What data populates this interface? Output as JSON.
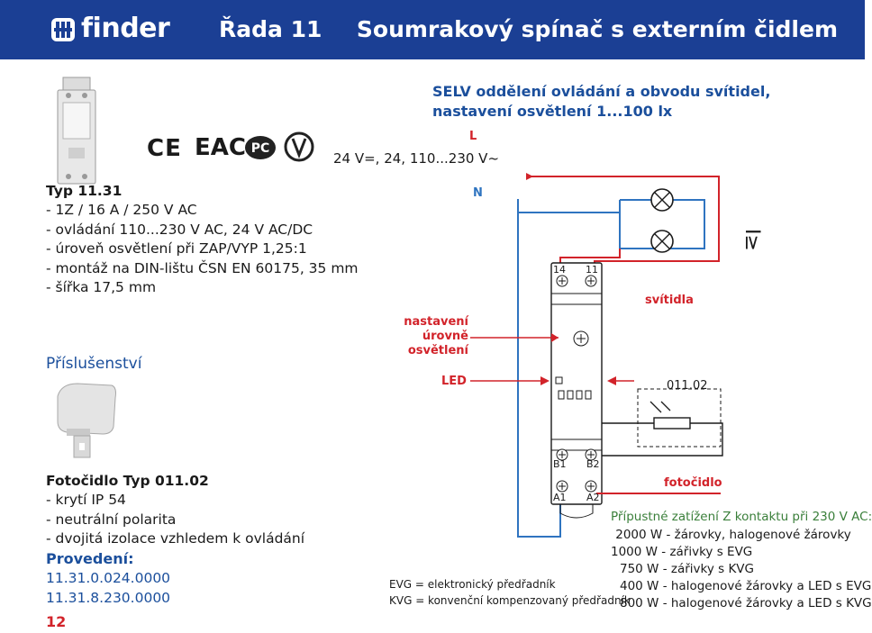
{
  "header": {
    "brand": "finder",
    "series": "Řada 11",
    "subtitle": "Soumrakový spínač s externím čidlem"
  },
  "product": {
    "type_title": "Typ 11.31",
    "specs": [
      "- 1Z / 16 A / 250 V AC",
      "- ovládání 110...230 V AC, 24 V AC/DC",
      "- úroveň osvětlení při ZAP/VYP 1,25:1",
      "- montáž na DIN-lištu ČSN EN 60175, 35 mm",
      "- šířka 17,5 mm"
    ],
    "certifications": [
      "CE",
      "EAC"
    ]
  },
  "accessories": {
    "heading": "Příslušenství",
    "photocell_title": "Fotočidlo Typ 011.02",
    "specs": [
      "- krytí IP 54",
      "- neutrální polarita",
      "- dvojitá izolace vzhledem k ovládání"
    ],
    "versions_heading": "Provedení:",
    "versions": [
      "11.31.0.024.0000",
      "11.31.8.230.0000"
    ]
  },
  "page_number": "12",
  "diagram": {
    "header_line1": "SELV oddělení ovládání a obvodu svítidel,",
    "header_line2": "nastavení osvětlení 1...100 lx",
    "label_L": "L",
    "label_N": "N",
    "supply": "24 V=, 24, 110...230 V~",
    "adjust_label": [
      "nastavení",
      "úrovně",
      "osvětlení"
    ],
    "led_label": "LED",
    "lamps_label": "svítidla",
    "current_symbol": "I≥",
    "sensor_model": "011.02",
    "sensor_label": "fotočidlo",
    "terminals": {
      "t14": "14",
      "t11": "11",
      "b1": "B1",
      "b2": "B2",
      "a1": "A1",
      "a2": "A2"
    },
    "legend": [
      "EVG = elektronický předřadník",
      "KVG = konvenční kompenzovaný předřadník"
    ]
  },
  "load_table": {
    "title": "Přípustné zatížení Z kontaktu při 230 V AC:",
    "rows": [
      "2000 W - žárovky, halogenové žárovky",
      "1000 W - zářivky s EVG",
      "750 W - zářivky s KVG",
      "400 W - halogenové žárovky a LED s EVG",
      "800 W - halogenové žárovky a LED s KVG"
    ]
  },
  "colors": {
    "brand_blue": "#1b3f94",
    "wire_blue": "#2f74c0",
    "accent_red": "#d2232a",
    "table_title_green": "#3a7f3a"
  }
}
